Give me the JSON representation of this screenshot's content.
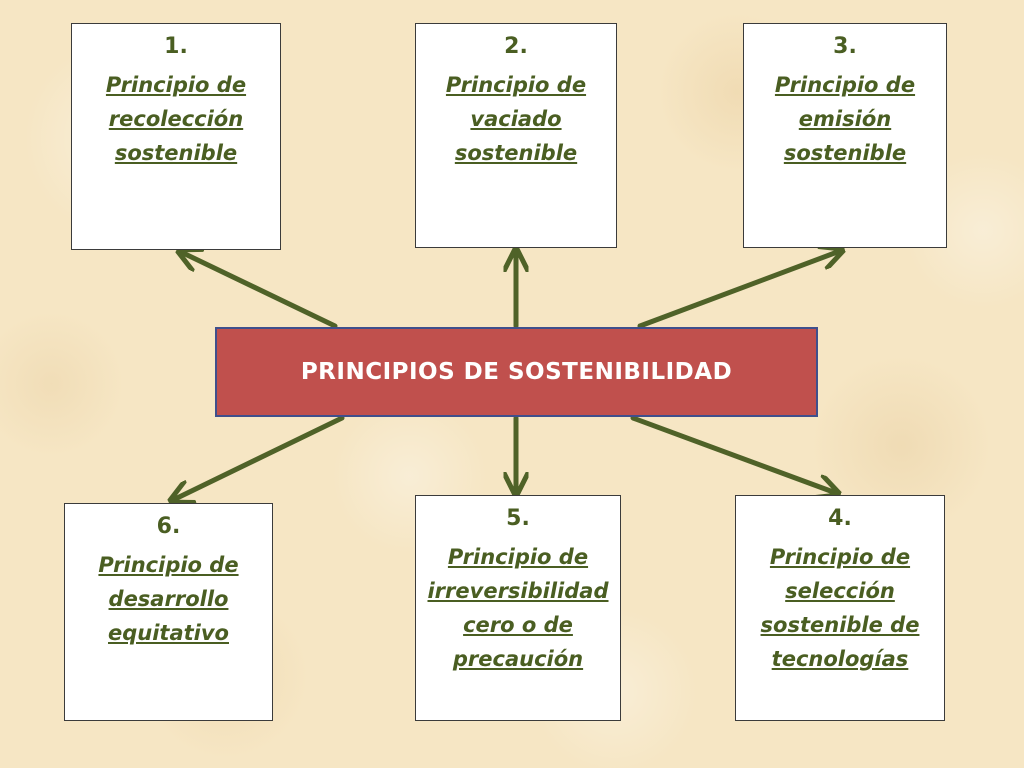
{
  "diagram": {
    "center": "PRINCIPIOS DE SOSTENIBILIDAD",
    "boxes": [
      {
        "number": "1.",
        "label": "Principio de recolección sostenible"
      },
      {
        "number": "2.",
        "label": "Principio de vaciado sostenible"
      },
      {
        "number": "3.",
        "label": "Principio de emisión sostenible"
      },
      {
        "number": "4.",
        "label": "Principio de selección sostenible de tecnologías"
      },
      {
        "number": "5.",
        "label": "Principio de irreversibilidad cero o de precaución"
      },
      {
        "number": "6.",
        "label": "Principio de desarrollo equitativo"
      }
    ],
    "colors": {
      "arrow": "#4f6228",
      "text": "#4a5e22",
      "center_fill": "#c0504d",
      "center_border": "#3f4f8c",
      "background": "#f6e6c4"
    }
  }
}
